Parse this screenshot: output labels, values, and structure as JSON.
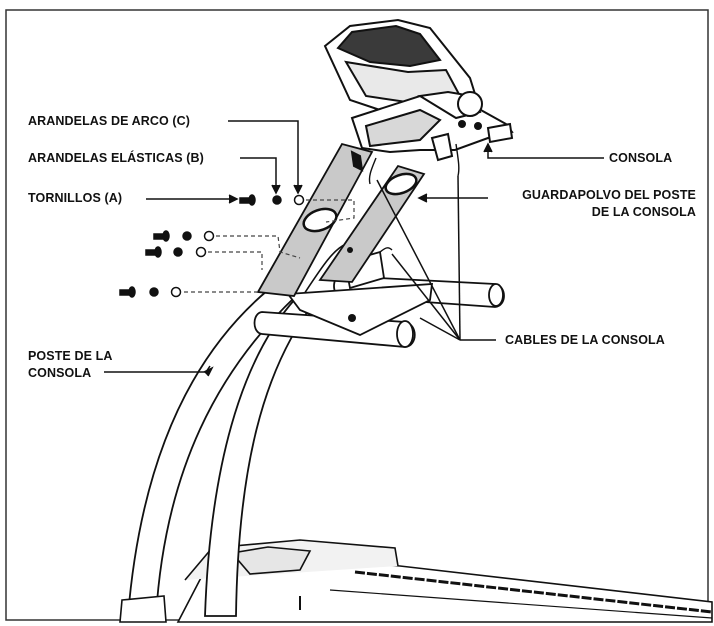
{
  "labels": {
    "arandelas_arco": "ARANDELAS DE ARCO (C)",
    "arandelas_elasticas": "ARANDELAS ELÁSTICAS (B)",
    "tornillos": "TORNILLOS (A)",
    "consola": "CONSOLA",
    "guardapolvo": "GUARDAPOLVO DEL POSTE\nDE LA CONSOLA",
    "cables": "CABLES DE LA CONSOLA",
    "poste": "POSTE DE LA\nCONSOLA"
  },
  "colors": {
    "line": "#111111",
    "post_shade": "#c9c9c9",
    "frame": "#333333"
  }
}
